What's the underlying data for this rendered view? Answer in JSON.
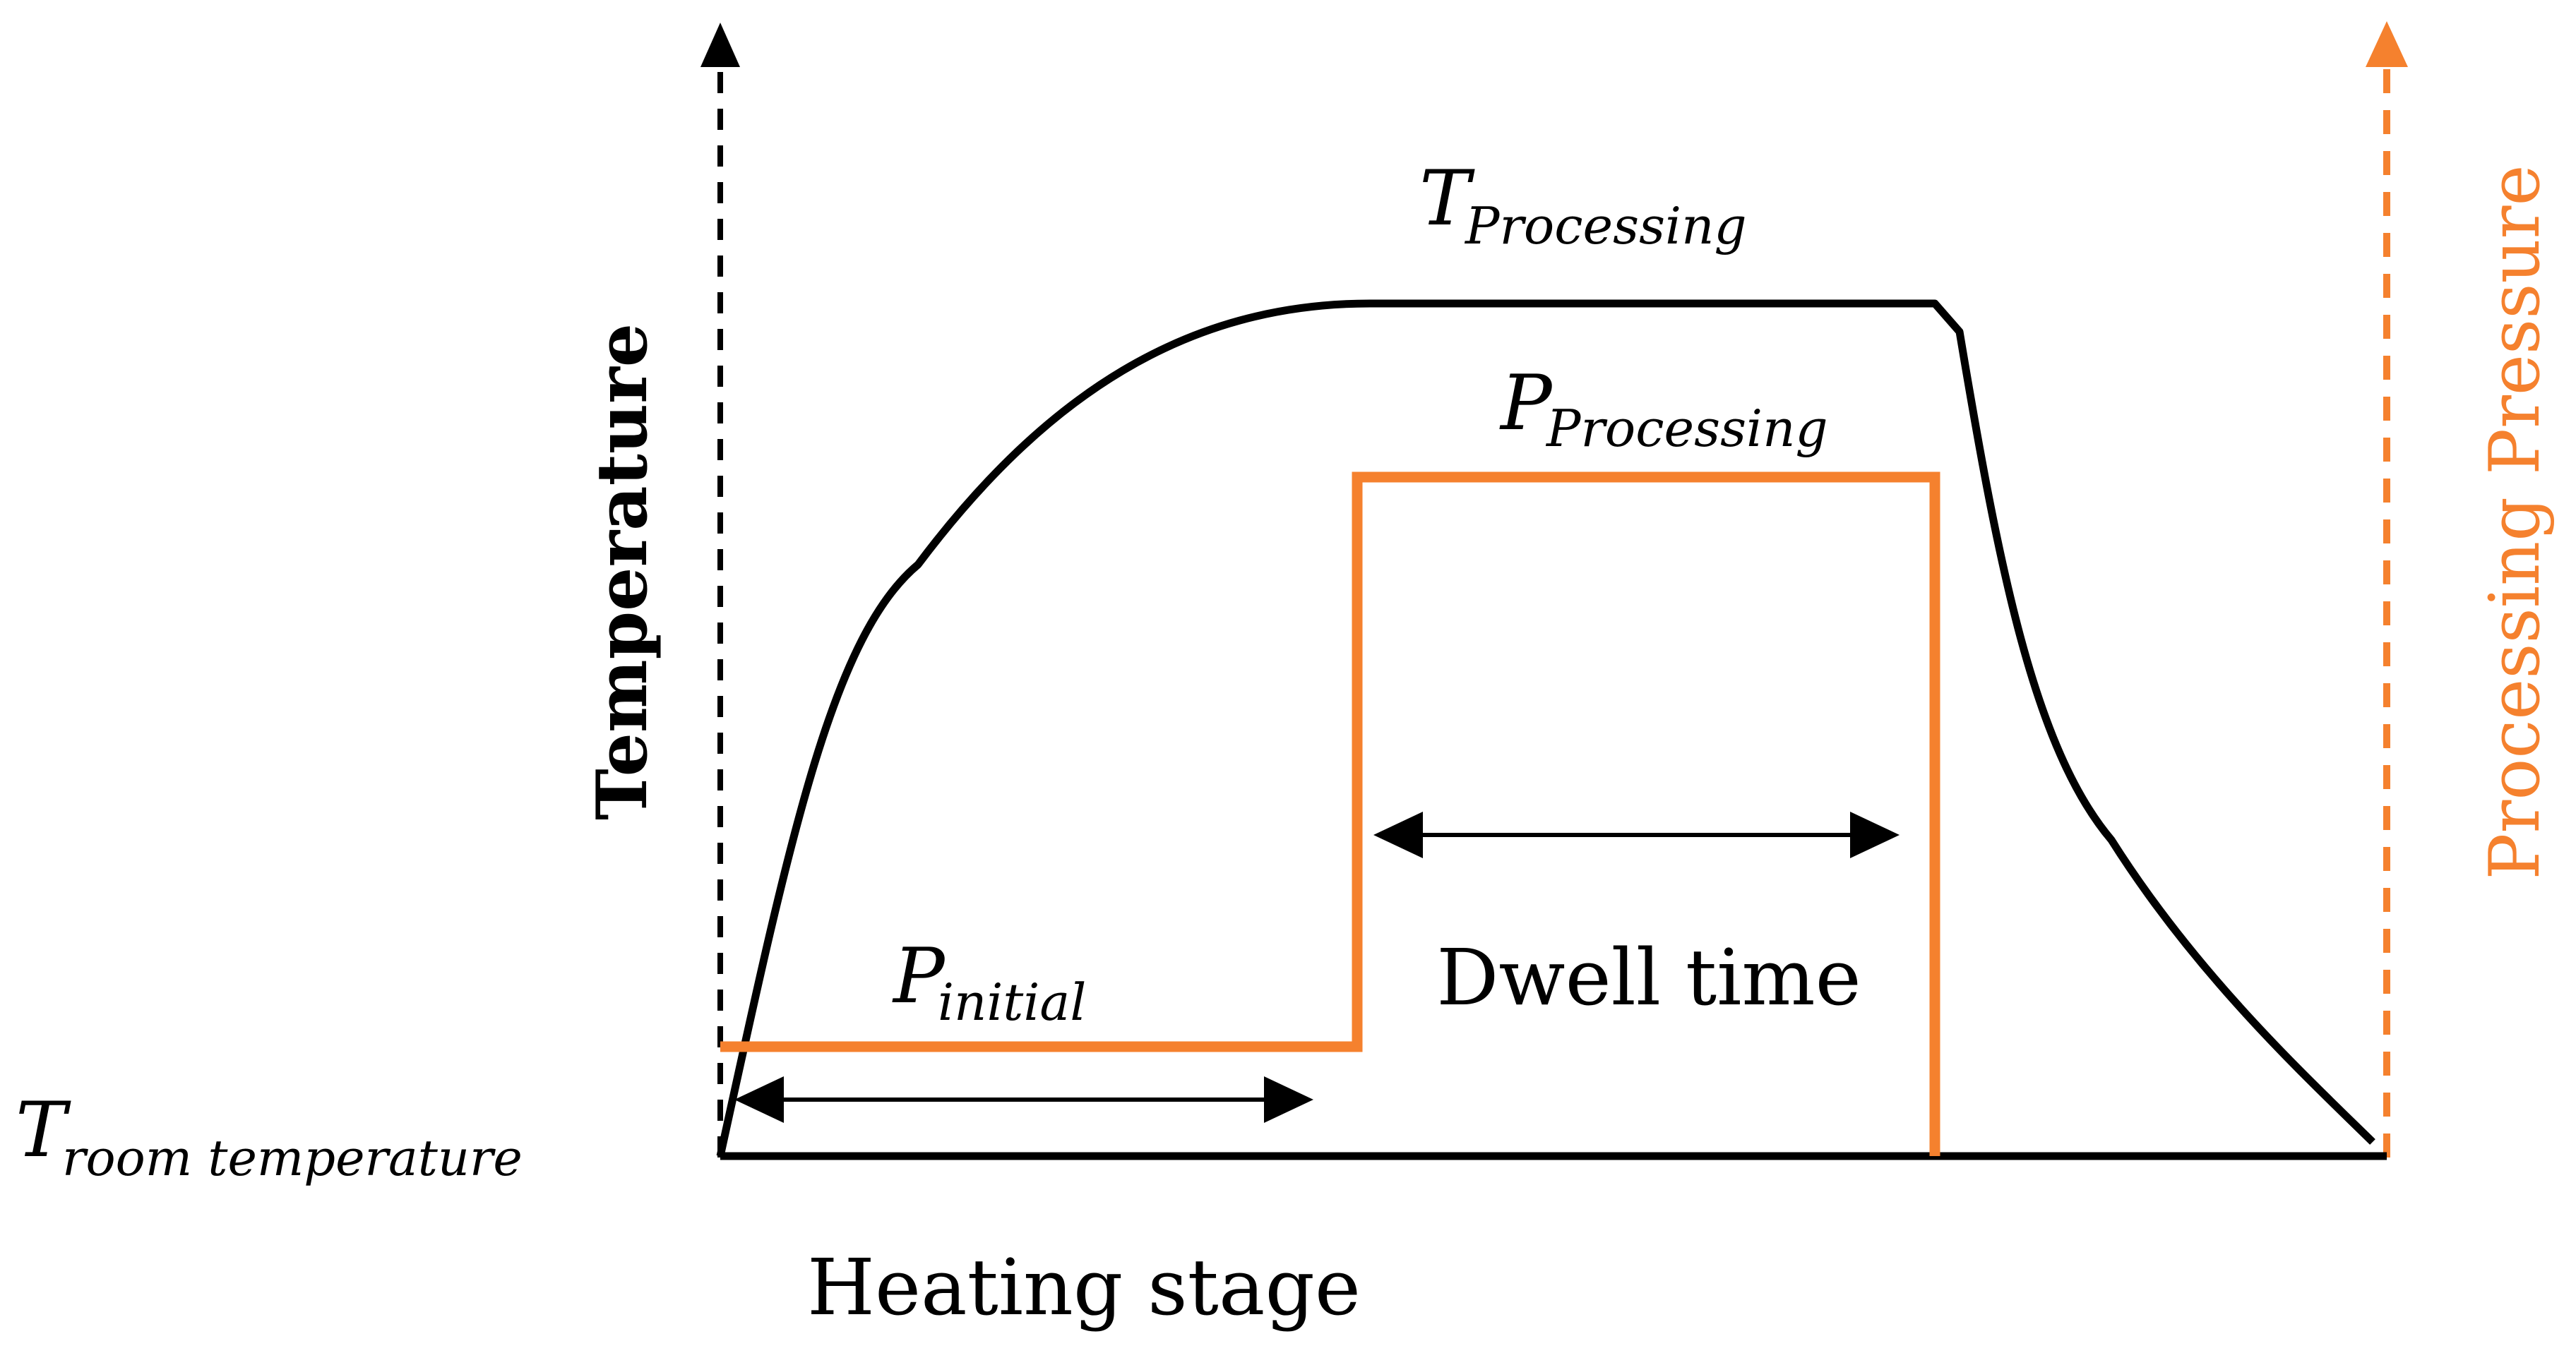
{
  "diagram": {
    "labels": {
      "left_axis": "Temperature",
      "right_axis": "Processing Pressure",
      "bottom": "Heating stage",
      "dwell": "Dwell time",
      "t_processing_base": "T",
      "t_processing_sub": "Processing",
      "p_processing_base": "P",
      "p_processing_sub": "Processing",
      "p_initial_base": "P",
      "p_initial_sub": "initial",
      "t_room_base": "T",
      "t_room_sub": "room temperature"
    },
    "colors": {
      "temperature_curve": "#000000",
      "pressure_curve": "#F5812E",
      "right_axis": "#F5812E",
      "left_axis": "#000000"
    }
  }
}
